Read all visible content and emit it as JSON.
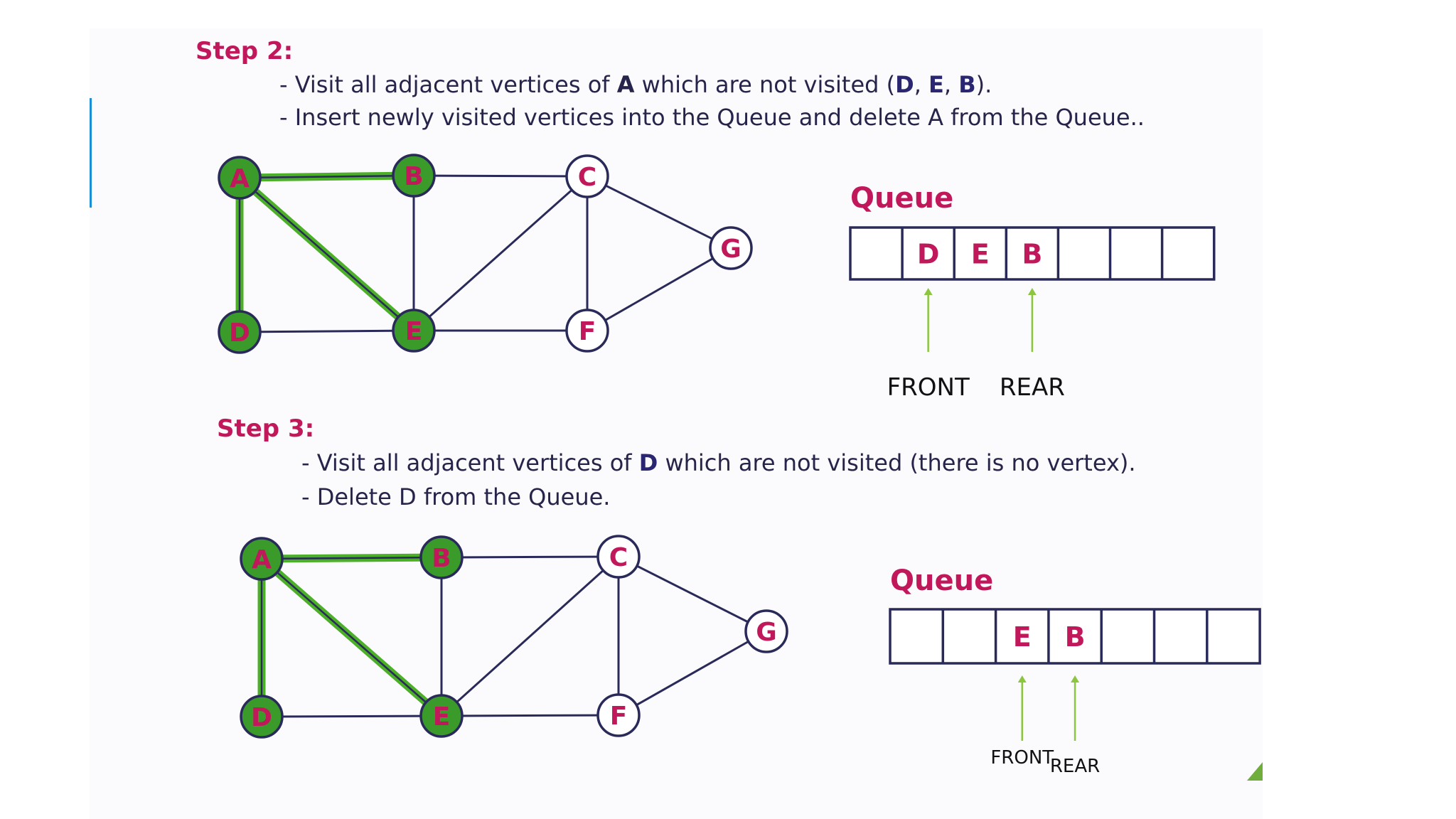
{
  "steps": [
    {
      "heading": "Step 2:",
      "line1": {
        "pre": "- Visit all adjacent vertices of ",
        "b1": "A",
        "mid": " which are not visited (",
        "b2": "D",
        "c1": ", ",
        "b3": "E",
        "c2": ", ",
        "b4": "B",
        "post": ")."
      },
      "line2": "- Insert newly visited vertices into the Queue and delete A from the Queue..",
      "queue": {
        "title": "Queue",
        "cells": [
          "",
          "D",
          "E",
          "B",
          "",
          "",
          ""
        ],
        "front_label": "FRONT",
        "rear_label": "REAR",
        "front_index": 1,
        "rear_index": 3
      }
    },
    {
      "heading": "Step 3:",
      "line1": {
        "pre": "- Visit all adjacent vertices of ",
        "b1": "D",
        "post": " which are not visited (there is no vertex)."
      },
      "line2": "- Delete D from the Queue.",
      "queue": {
        "title": "Queue",
        "cells": [
          "",
          "",
          "E",
          "B",
          "",
          "",
          ""
        ],
        "front_label": "FRONT",
        "rear_label": "REAR",
        "front_index": 2,
        "rear_index": 3
      }
    }
  ],
  "graph": {
    "vertices": [
      {
        "id": "A",
        "visited": true
      },
      {
        "id": "B",
        "visited": true
      },
      {
        "id": "C",
        "visited": false
      },
      {
        "id": "D",
        "visited": true
      },
      {
        "id": "E",
        "visited": true
      },
      {
        "id": "F",
        "visited": false
      },
      {
        "id": "G",
        "visited": false
      }
    ],
    "edges": [
      {
        "from": "A",
        "to": "B",
        "traversed": true
      },
      {
        "from": "A",
        "to": "D",
        "traversed": true
      },
      {
        "from": "A",
        "to": "E",
        "traversed": true
      },
      {
        "from": "B",
        "to": "C",
        "traversed": false
      },
      {
        "from": "B",
        "to": "E",
        "traversed": false
      },
      {
        "from": "D",
        "to": "E",
        "traversed": false
      },
      {
        "from": "E",
        "to": "C",
        "traversed": false
      },
      {
        "from": "E",
        "to": "F",
        "traversed": false
      },
      {
        "from": "C",
        "to": "F",
        "traversed": false
      },
      {
        "from": "C",
        "to": "G",
        "traversed": false
      },
      {
        "from": "F",
        "to": "G",
        "traversed": false
      }
    ]
  },
  "colors": {
    "heading": "#c0185a",
    "vertex_label": "#c0185a",
    "visited_fill": "#3a9a2a",
    "unvisited_fill": "#ffffff",
    "edge": "#2a2a5a",
    "traversed_edge": "#4caf28",
    "queue_border": "#2a2a5a",
    "arrow": "#8cc640"
  }
}
